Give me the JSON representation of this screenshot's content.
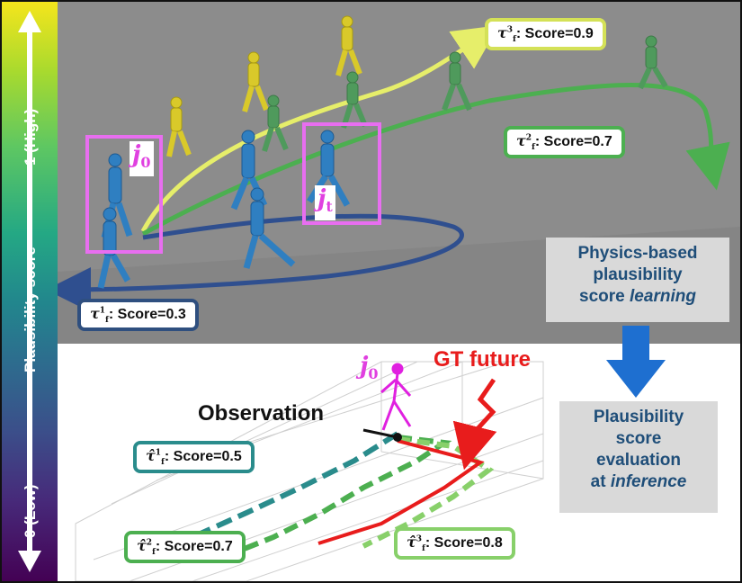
{
  "colorbar": {
    "axis_label": "Plausibility score",
    "high_label": "1 (High)",
    "low_label": "0 (Low)"
  },
  "top_panel": {
    "joint_start": {
      "letter": "j",
      "sub": "0"
    },
    "joint_t": {
      "letter": "j",
      "sub": "t"
    },
    "tags": [
      {
        "sym": "τ",
        "sup": "3",
        "sub": "f",
        "text": ": Score=0.9",
        "color": "#d4e157"
      },
      {
        "sym": "τ",
        "sup": "2",
        "sub": "f",
        "text": ": Score=0.7",
        "color": "#4caf50"
      },
      {
        "sym": "τ",
        "sup": "1",
        "sub": "f",
        "text": ": Score=0.3",
        "color": "#2f4f7f"
      }
    ]
  },
  "learning_box": {
    "line1": "Physics-based",
    "line2": "plausibility",
    "line3_plain": "score ",
    "line3_italic": "learning"
  },
  "inference_box": {
    "line1": "Plausibility",
    "line2": "score",
    "line3": "evaluation",
    "line4_plain": "at ",
    "line4_italic": "inference"
  },
  "bottom_panel": {
    "observation_label": "Observation",
    "gt_label": "GT future",
    "joint_start": {
      "letter": "j",
      "sub": "0"
    },
    "tags": [
      {
        "sym": "τ̂",
        "sup": "1",
        "sub": "f",
        "text": ": Score=0.5",
        "color": "#2a8c8c"
      },
      {
        "sym": "τ̂",
        "sup": "2",
        "sub": "f",
        "text": ": Score=0.7",
        "color": "#4caf50"
      },
      {
        "sym": "τ̂",
        "sup": "3",
        "sub": "f",
        "text": ": Score=0.8",
        "color": "#6fc24a"
      }
    ]
  }
}
